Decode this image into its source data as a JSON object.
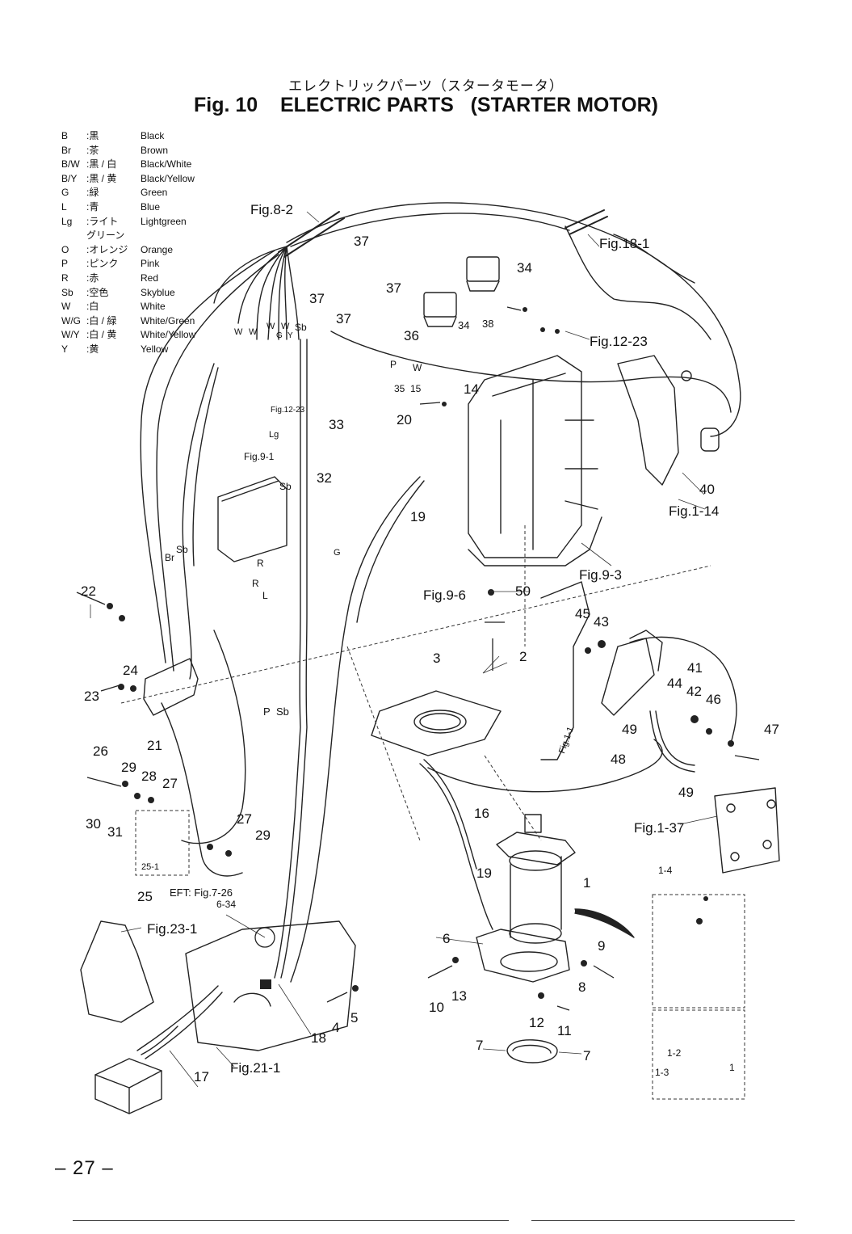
{
  "header": {
    "japanese_title": "エレクトリックパーツ（スタータモータ）",
    "title": "Fig. 10    ELECTRIC PARTS   (STARTER MOTOR)"
  },
  "legend": [
    {
      "code": "B",
      "jp": ":黒",
      "en": "Black"
    },
    {
      "code": "Br",
      "jp": ":茶",
      "en": "Brown"
    },
    {
      "code": "B/W",
      "jp": ":黒 / 白",
      "en": "Black/White"
    },
    {
      "code": "B/Y",
      "jp": ":黒 / 黄",
      "en": "Black/Yellow"
    },
    {
      "code": "G",
      "jp": ":緑",
      "en": "Green"
    },
    {
      "code": "L",
      "jp": ":青",
      "en": "Blue"
    },
    {
      "code": "Lg",
      "jp": ":ライト",
      "en": "Lightgreen"
    },
    {
      "code": "",
      "jp": "  グリーン",
      "en": ""
    },
    {
      "code": "O",
      "jp": ":オレンジ",
      "en": "Orange"
    },
    {
      "code": "P",
      "jp": ":ピンク",
      "en": "Pink"
    },
    {
      "code": "R",
      "jp": ":赤",
      "en": "Red"
    },
    {
      "code": "Sb",
      "jp": ":空色",
      "en": "Skyblue"
    },
    {
      "code": "W",
      "jp": ":白",
      "en": "White"
    },
    {
      "code": "W/G",
      "jp": ":白 / 緑",
      "en": "White/Green"
    },
    {
      "code": "W/Y",
      "jp": ":白 / 黄",
      "en": "White/Yellow"
    },
    {
      "code": "Y",
      "jp": ":黄",
      "en": "Yellow"
    }
  ],
  "references": {
    "fig_8_2": "Fig.8-2",
    "fig_18_1": "Fig.18-1",
    "fig_12_23": "Fig.12-23",
    "fig_12_23_small": "Fig.12-23",
    "fig_9_1": "Fig.9-1",
    "fig_1_14": "Fig.1-14",
    "fig_9_3": "Fig.9-3",
    "fig_9_6": "Fig.9-6",
    "fig_1_1": "Fig.1-1",
    "fig_1_37": "Fig.1-37",
    "fig_23_1": "Fig.23-1",
    "fig_21_1": "Fig.21-1",
    "eft": "EFT: Fig.7-26",
    "eft_sub": "6-34"
  },
  "wire_labels": {
    "w1": "W",
    "w2": "W",
    "w3": "W",
    "w4": "W",
    "y": "Y",
    "g": "G",
    "sb_top": "Sb",
    "p": "P",
    "w_mid": "W",
    "lg": "Lg",
    "sb_mid": "Sb",
    "br": "Br",
    "sb_br": "Sb",
    "g_mid": "G",
    "r1": "R",
    "r2": "R",
    "l": "L",
    "p_low": "P",
    "sb_low": "Sb"
  },
  "callouts": {
    "c37a": "37",
    "c37b": "37",
    "c37c": "37",
    "c37d": "37",
    "c34a": "34",
    "c34b": "34",
    "c38": "38",
    "c36": "36",
    "c35": "35",
    "c15": "15",
    "c14": "14",
    "c33": "33",
    "c20": "20",
    "c32": "32",
    "c19a": "19",
    "c40": "40",
    "c50": "50",
    "c22": "22",
    "c24": "24",
    "c23": "23",
    "c21": "21",
    "c3": "3",
    "c2": "2",
    "c45": "45",
    "c43": "43",
    "c41": "41",
    "c44": "44",
    "c42": "42",
    "c46": "46",
    "c47": "47",
    "c49a": "49",
    "c48": "48",
    "c49b": "49",
    "c26": "26",
    "c29a": "29",
    "c28": "28",
    "c27a": "27",
    "c30": "30",
    "c31": "31",
    "c27b": "27",
    "c29b": "29",
    "c25_1": "25-1",
    "c25": "25",
    "c16": "16",
    "c19b": "19",
    "c1": "1",
    "c1_4": "1-4",
    "c6": "6",
    "c9": "9",
    "c8": "8",
    "c13": "13",
    "c10": "10",
    "c5": "5",
    "c4": "4",
    "c18": "18",
    "c12": "12",
    "c11": "11",
    "c7a": "7",
    "c7b": "7",
    "c17": "17",
    "c1_2": "1-2",
    "c1_3": "1-3",
    "c1_1": "1"
  },
  "page_number": "– 27 –"
}
